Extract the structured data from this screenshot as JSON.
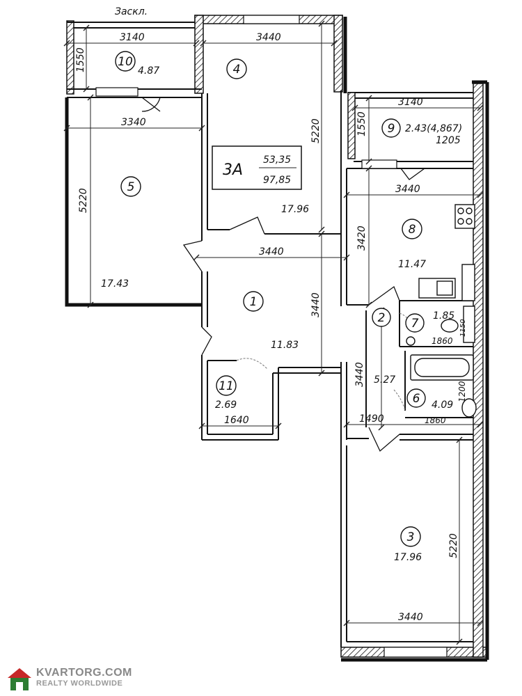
{
  "plan": {
    "title_label": "Заскл.",
    "apartment": {
      "code": "3А",
      "living_area": "53,35",
      "total_area": "97,85"
    },
    "rooms": [
      {
        "id": "room-1",
        "number": "1",
        "area": "11.83"
      },
      {
        "id": "room-2",
        "number": "2",
        "area": "5.27"
      },
      {
        "id": "room-3",
        "number": "3",
        "area": "17.96"
      },
      {
        "id": "room-4",
        "number": "4",
        "area": "17.96"
      },
      {
        "id": "room-5",
        "number": "5",
        "area": "17.43"
      },
      {
        "id": "room-6",
        "number": "6",
        "area": "4.09"
      },
      {
        "id": "room-7",
        "number": "7",
        "area": "1.85"
      },
      {
        "id": "room-8",
        "number": "8",
        "area": "11.47"
      },
      {
        "id": "room-9",
        "number": "9",
        "area": "2.43(4,867)"
      },
      {
        "id": "room-10",
        "number": "10",
        "area": "4.87"
      },
      {
        "id": "room-11",
        "number": "11",
        "area": "2.69"
      }
    ],
    "dimensions": {
      "d3140_top": "3140",
      "d1550_left": "1550",
      "d3440_room4": "3440",
      "d5220_room4": "5220",
      "d3340_room5": "3340",
      "d5220_room5": "5220",
      "d3140_room9": "3140",
      "d1550_room9": "1550",
      "d1205_room9": "1205",
      "d3440_room8": "3440",
      "d3420_room8": "3420",
      "d3440_hall": "3440",
      "d3440_hall_v": "3440",
      "d1860_room7": "1860",
      "d1150_room7": "1150",
      "d3440_corr": "3440",
      "d1200_room6": "1200",
      "d1490": "1490",
      "d1860_room6": "1860",
      "d1640_room11": "1640",
      "d5220_room3": "5220",
      "d3440_room3": "3440"
    }
  },
  "watermark": {
    "title": "KVARTORG.COM",
    "subtitle": "REALTY WORLDWIDE"
  }
}
